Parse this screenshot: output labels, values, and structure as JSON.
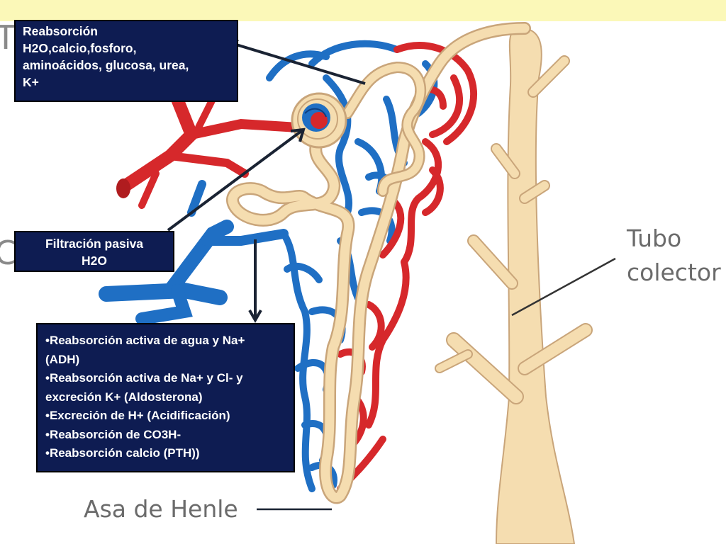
{
  "colors": {
    "banner": "#fbf8b8",
    "box_background": "#0e1c52",
    "artery": "#d6282b",
    "vein": "#1f6fc4",
    "tubule": "#f5ddb0",
    "tubule_outline": "#c9a57a"
  },
  "boxes": {
    "proximal": {
      "lines": [
        "Reabsorción",
        "H2O,calcio,fosforo,",
        "aminoácidos, glucosa, urea,",
        "K+"
      ]
    },
    "glomerulus": {
      "lines": [
        "Filtración pasiva",
        "H2O"
      ]
    },
    "distal": {
      "lines": [
        "•Reabsorción activa de agua y Na+",
        "(ADH)",
        "•Reabsorción activa de Na+ y Cl- y",
        "excreción K+ (Aldosterona)",
        "•Excreción de H+ (Acidificación)",
        "•Reabsorción de CO3H-",
        "•Reabsorción calcio (PTH))"
      ]
    }
  },
  "labels": {
    "tubo": "Tubo",
    "colector": "colector",
    "asa": "Asa de Henle"
  },
  "edge_letters": {
    "t": "T",
    "c": "C"
  }
}
